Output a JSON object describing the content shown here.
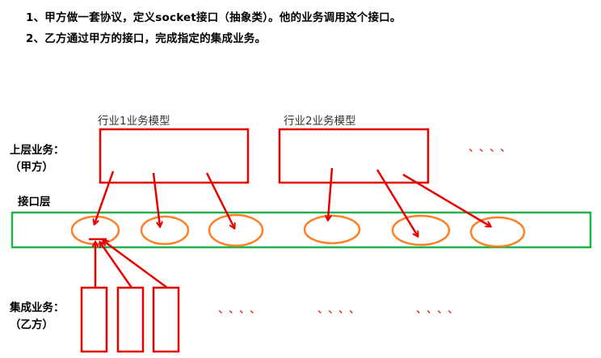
{
  "notes": [
    "1、甲方做一套协议，定义socket接口（抽象类）。他的业务调用这个接口。",
    "2、乙方通过甲方的接口，完成指定的集成业务。"
  ],
  "models": [
    {
      "label": "行业1业务模型"
    },
    {
      "label": "行业2业务模型"
    }
  ],
  "upper": {
    "line1": "上层业务：",
    "line2": "（甲方）"
  },
  "interface": {
    "label": "接口层"
  },
  "integration": {
    "line1": "集成业务：",
    "line2": "（乙方）"
  },
  "ellipsis": {
    "top": "、、、、",
    "bottom1": "、、、、",
    "bottom2": "、、、、",
    "bottom3": "、、、、"
  },
  "colors": {
    "box": "#e60000",
    "interface_bar": "#22b14c",
    "port": "#ff7f27",
    "arrow": "#e60000"
  }
}
